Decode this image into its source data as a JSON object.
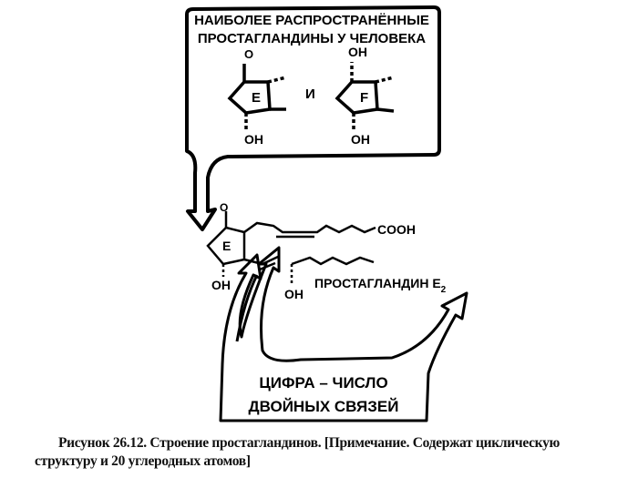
{
  "top_box": {
    "title_line1": "НАИБОЛЕЕ РАСПРОСТРАНЁННЫЕ",
    "title_line2": "ПРОСТАГЛАНДИНЫ У ЧЕЛОВЕКА",
    "ring_e_label": "E",
    "ring_f_label": "F",
    "conjunction": "И",
    "oxo": "O",
    "hydroxyl": "OH"
  },
  "molecule": {
    "ring_label": "E",
    "oxo": "O",
    "acid_group": "COOH",
    "hydroxyl": "OH",
    "name": "ПРОСТАГЛАНДИН E",
    "name_subscript": "2"
  },
  "bottom_box": {
    "line1": "ЦИФРА – ЧИСЛО",
    "line2": "ДВОЙНЫХ СВЯЗЕЙ"
  },
  "caption": {
    "line1": "Рисунок 26.12. Строение простагландинов. [Примечание. Содержат циклическую",
    "line2": "структуру и 20 углеродных атомов]"
  }
}
